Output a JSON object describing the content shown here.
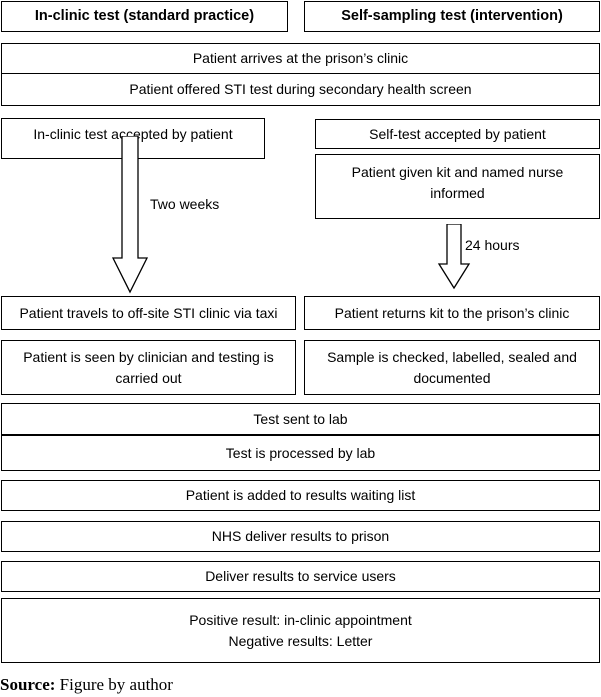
{
  "headers": {
    "left": "In-clinic test (standard practice)",
    "right": "Self-sampling test (intervention)"
  },
  "shared_top": [
    "Patient arrives at the prison’s clinic",
    "Patient offered STI test during secondary health screen"
  ],
  "left_path": {
    "accepted": "In-clinic test accepted by patient",
    "arrow_label": "Two weeks",
    "travel": "Patient travels to off-site STI clinic via taxi",
    "seen": "Patient is seen by clinician and testing is\ncarried out"
  },
  "right_path": {
    "accepted": "Self-test accepted by patient",
    "kit_given": "Patient given kit and named nurse\ninformed",
    "arrow_label": "24 hours",
    "returns": "Patient returns kit to the prison’s clinic",
    "checked": "Sample is checked, labelled, sealed and\ndocumented"
  },
  "shared_bottom": [
    "Test sent to lab",
    "Test is processed by lab",
    "Patient is added to results waiting list",
    "NHS deliver results to prison",
    "Deliver results to service users",
    "Positive result: in-clinic appointment\nNegative results: Letter"
  ],
  "source": {
    "label": "Source:",
    "text": "Figure by author"
  }
}
